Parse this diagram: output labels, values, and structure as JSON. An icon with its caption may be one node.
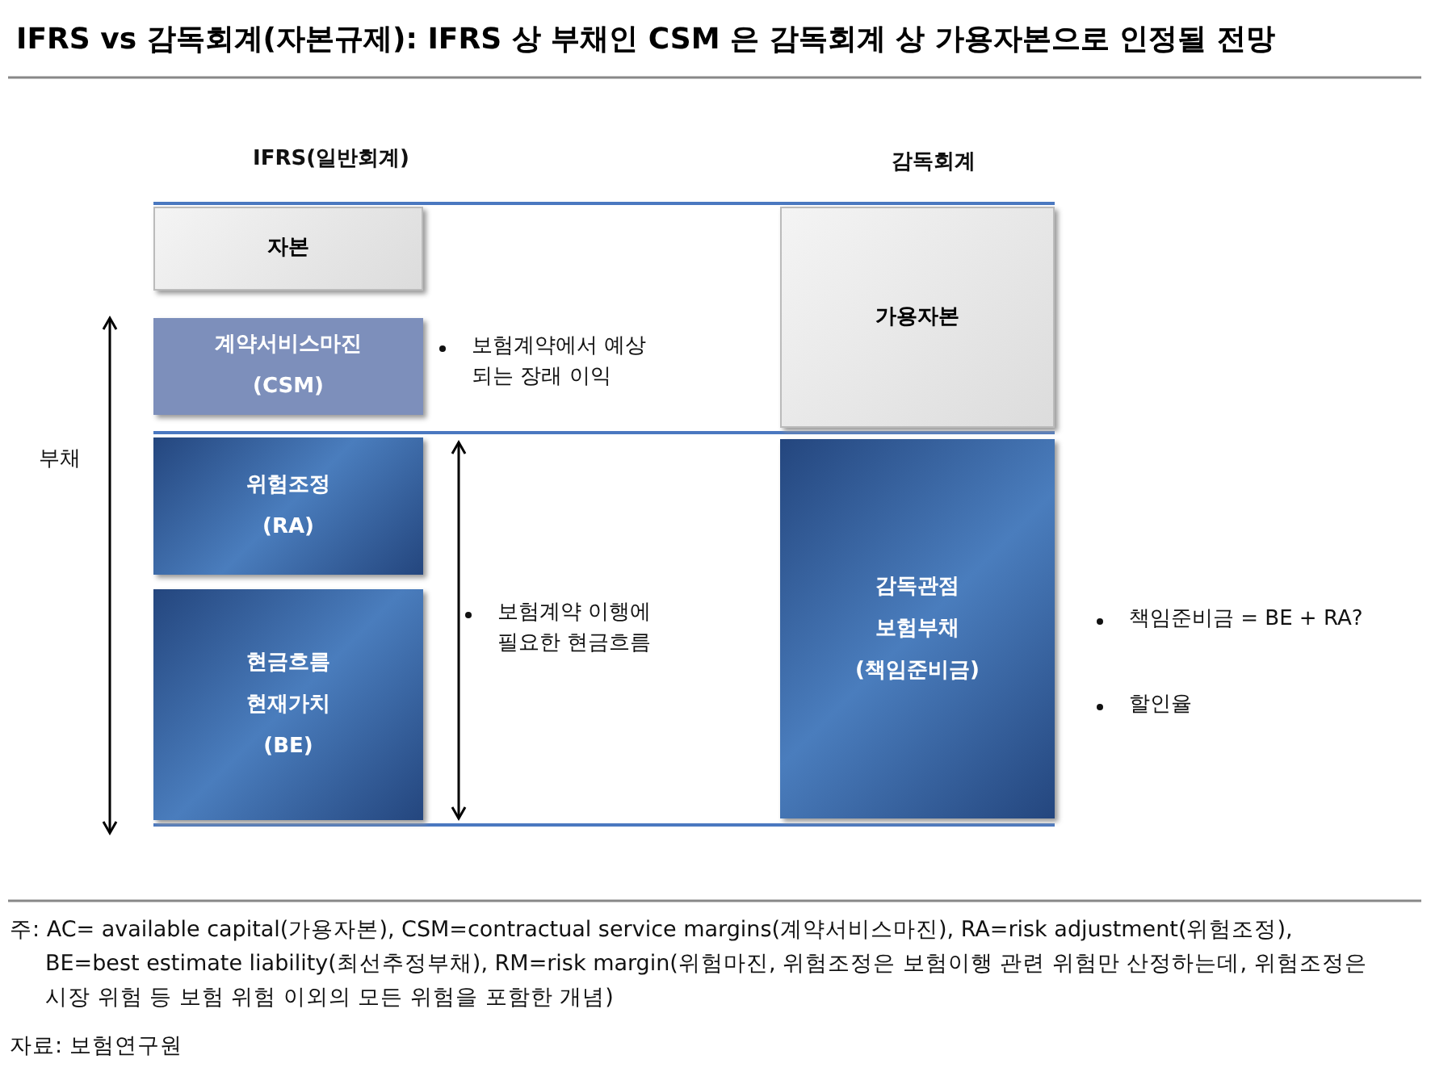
{
  "diagram": {
    "title": "IFRS vs 감독회계(자본규제): IFRS 상 부채인 CSM 은 감독회계 상 가용자본으로 인정될 전망",
    "nodes": [
      {
        "text": [
          "자본"
        ]
      },
      {
        "text": [
          "계약서비스마진 (CSM)"
        ]
      },
      {
        "text": [
          "위험조정 (RA)"
        ]
      },
      {
        "text": [
          "현금흐름 현재가치 (BE)"
        ]
      },
      {
        "text": [
          "가용자본"
        ]
      },
      {
        "text": [
          "감독관점 보험부채 (책임준비금)"
        ]
      }
    ],
    "labels": [
      "IFRS(일반회계)",
      "감독회계",
      "부채",
      "보험계약에서 예상 되는 장래 이익",
      "보험계약 이행에 필요한 현금흐름",
      "책임준비금 = BE + RA?",
      "할인율",
      "주: AC= available capital(가용자본), CSM=contractual service margins(계약서비스마진), RA=risk adjustment(위험조정), BE=best estimate liability(최선추정부채), RM=risk margin(위험마진, 위험조정은 보험이행 관련 위험만 산정하는데, 위험조정은 시장 위험 등 보험 위험 이외의 모든 위험을 포함한 개념)",
      "자료: 보험연구원"
    ]
  }
}
